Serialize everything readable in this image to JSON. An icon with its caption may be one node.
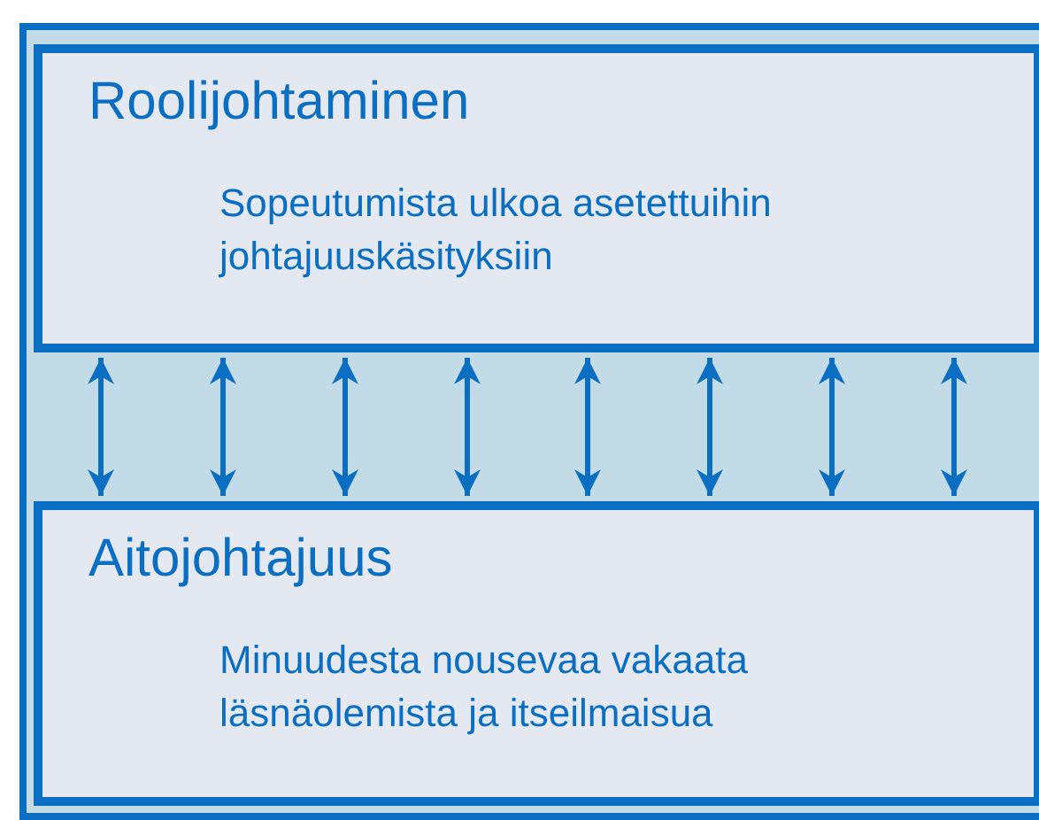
{
  "diagram": {
    "nodes": [
      {
        "text": [
          "Roolijohtaminen",
          "Sopeutumista ulkoa asetettuihin johtajuuskäsityksiin"
        ]
      },
      {
        "text": [
          "Aitojohtajuus",
          "Minuudesta nousevaa vakaata läsnäolemista ja itseilmaisua"
        ]
      }
    ],
    "edges": [
      {
        "from": 0,
        "to": 1,
        "arrow": "both"
      },
      {
        "from": 0,
        "to": 1,
        "arrow": "both"
      },
      {
        "from": 0,
        "to": 1,
        "arrow": "both"
      },
      {
        "from": 0,
        "to": 1,
        "arrow": "both"
      },
      {
        "from": 0,
        "to": 1,
        "arrow": "both"
      },
      {
        "from": 0,
        "to": 1,
        "arrow": "both"
      },
      {
        "from": 0,
        "to": 1,
        "arrow": "both"
      },
      {
        "from": 0,
        "to": 1,
        "arrow": "both"
      }
    ]
  }
}
